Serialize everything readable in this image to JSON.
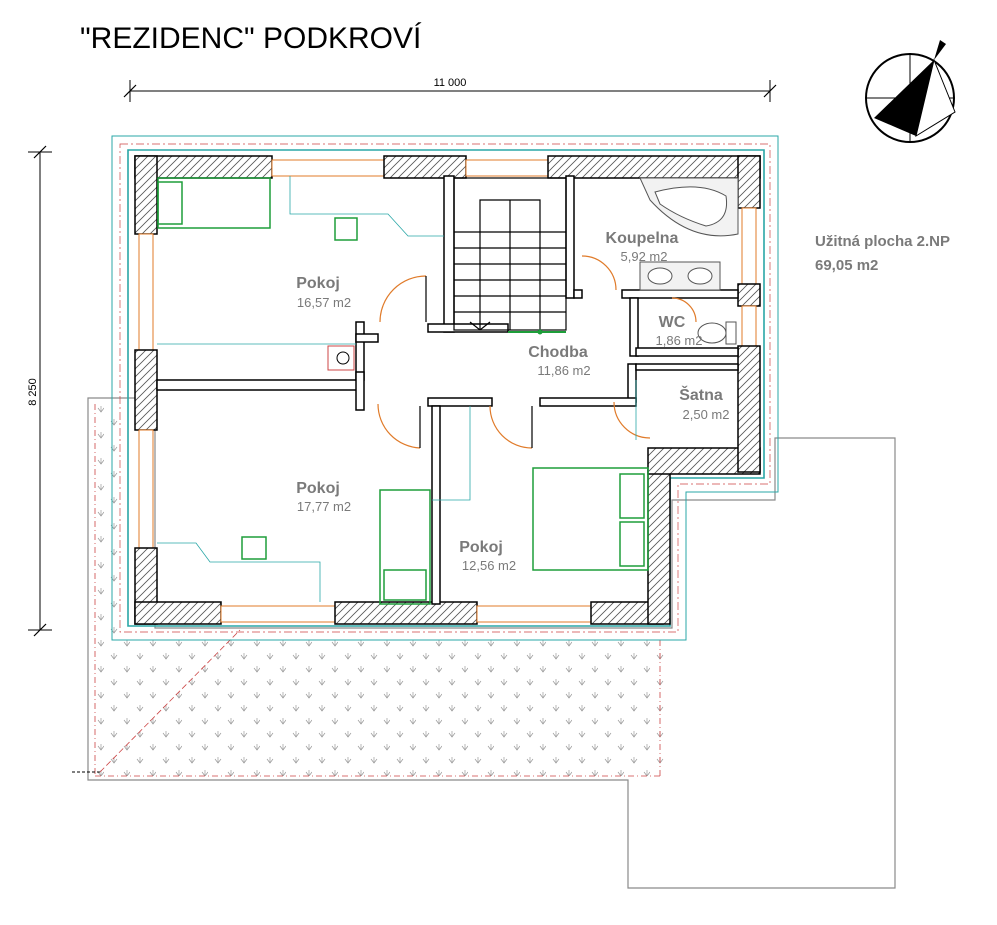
{
  "title": "\"REZIDENC\"  PODKROVÍ",
  "dimensions": {
    "width": "11 000",
    "height": "8 250"
  },
  "summary": {
    "label": "Užitná plocha 2.NP",
    "value": "69,05 m2"
  },
  "rooms": [
    {
      "name": "Pokoj",
      "area": "16,57 m2"
    },
    {
      "name": "Koupelna",
      "area": "5,92 m2"
    },
    {
      "name": "WC",
      "area": "1,86 m2"
    },
    {
      "name": "Chodba",
      "area": "11,86 m2"
    },
    {
      "name": "Šatna",
      "area": "2,50 m2"
    },
    {
      "name": "Pokoj",
      "area": "17,77 m2"
    },
    {
      "name": "Pokoj",
      "area": "12,56 m2"
    }
  ],
  "colors": {
    "wall_outline": "#000000",
    "insulation": "#2aa7a7",
    "window_frame": "#e07b2a",
    "door_arc": "#e07b2a",
    "furniture": "#1e9e3a",
    "room_text": "#7a7a7a",
    "terrace_outline": "#8a8a8a"
  }
}
